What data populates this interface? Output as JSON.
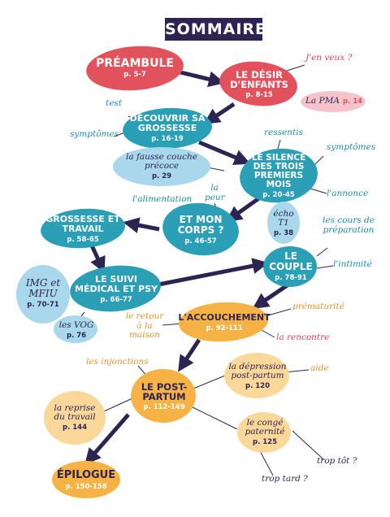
{
  "title": "SOMMAIRE",
  "colors": {
    "navy": "#2e2452",
    "red": "#e2525c",
    "pink": "#f6c2cc",
    "teal": "#2a9fb6",
    "light_blue": "#a9d8ec",
    "orange": "#f6b244",
    "light_orange": "#fad899"
  },
  "nodes": {
    "preambule": {
      "label": "PRÉAMBULE",
      "pages": "p. 5-7"
    },
    "desir": {
      "label": "LE DÉSIR D'ENFANTS",
      "pages": "p. 8-15"
    },
    "pma": {
      "label": "La PMA",
      "pages": "p. 14"
    },
    "decouvrir": {
      "label": "DÉCOUVRIR SA GROSSESSE",
      "pages": "p. 16-19"
    },
    "fausse_couche": {
      "label": "la fausse couche précoce",
      "pages": "p. 29"
    },
    "silence": {
      "label": "LE SILENCE DES TROIS PREMIERS MOIS",
      "pages": "p. 20-45"
    },
    "grossesse_travail": {
      "label": "GROSSESSE ET TRAVAIL",
      "pages": "p. 58-65"
    },
    "corps": {
      "label": "ET MON CORPS ?",
      "pages": "p. 46-57"
    },
    "echo": {
      "label": "écho T1",
      "pages": "p. 38"
    },
    "img": {
      "label": "IMG et MFIU",
      "pages": "p. 70-71"
    },
    "suivi": {
      "label": "LE SUIVI MÉDICAL ET PSY",
      "pages": "p. 66-77"
    },
    "couple": {
      "label": "LE COUPLE",
      "pages": "p. 78-91"
    },
    "vog": {
      "label": "les VOG",
      "pages": "p. 76"
    },
    "accouchement": {
      "label": "L'ACCOUCHEMENT",
      "pages": "p. 92-111"
    },
    "depression": {
      "label": "la dépression post-partum",
      "pages": "p. 120"
    },
    "post_partum": {
      "label": "LE POST-PARTUM",
      "pages": "p. 112-149"
    },
    "reprise": {
      "label": "la reprise du travail",
      "pages": "p. 144"
    },
    "conge": {
      "label": "le congé paternité",
      "pages": "p. 125"
    },
    "epilogue": {
      "label": "ÉPILOGUE",
      "pages": "p. 150-158"
    }
  },
  "annotations": {
    "jen_veux": "J'en veux ?",
    "test": "test",
    "symptomes_left": "symptômes",
    "ressentis": "ressentis",
    "symptomes_right": "symptômes",
    "annonce": "l'annonce",
    "alimentation": "l'alimentation",
    "peur": "la peur",
    "cours": "les cours de préparation",
    "intimite": "l'intimité",
    "prematurite": "prématurité",
    "retour": "le retour à la maison",
    "rencontre": "la rencontre",
    "injonctions": "les injonctions",
    "aide": "aide",
    "trop_tot": "trop tôt ?",
    "trop_tard": "trop tard ?"
  }
}
